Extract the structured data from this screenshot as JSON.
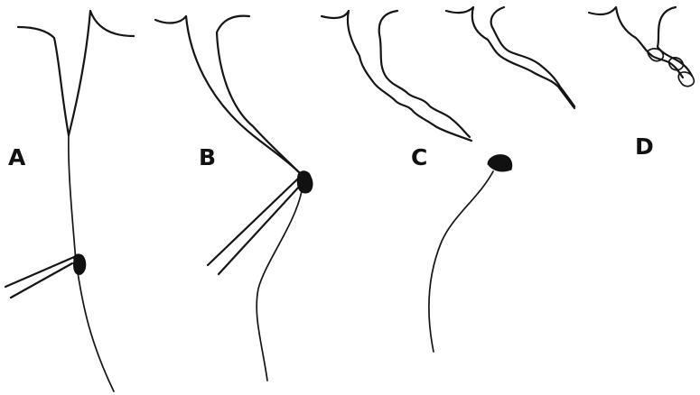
{
  "panels": [
    {
      "id": "a",
      "label": "A"
    },
    {
      "id": "b",
      "label": "B"
    },
    {
      "id": "c",
      "label": "C"
    },
    {
      "id": "d",
      "label": "D"
    }
  ],
  "colors": {
    "ink": "#151515",
    "background": "#ffffff"
  }
}
